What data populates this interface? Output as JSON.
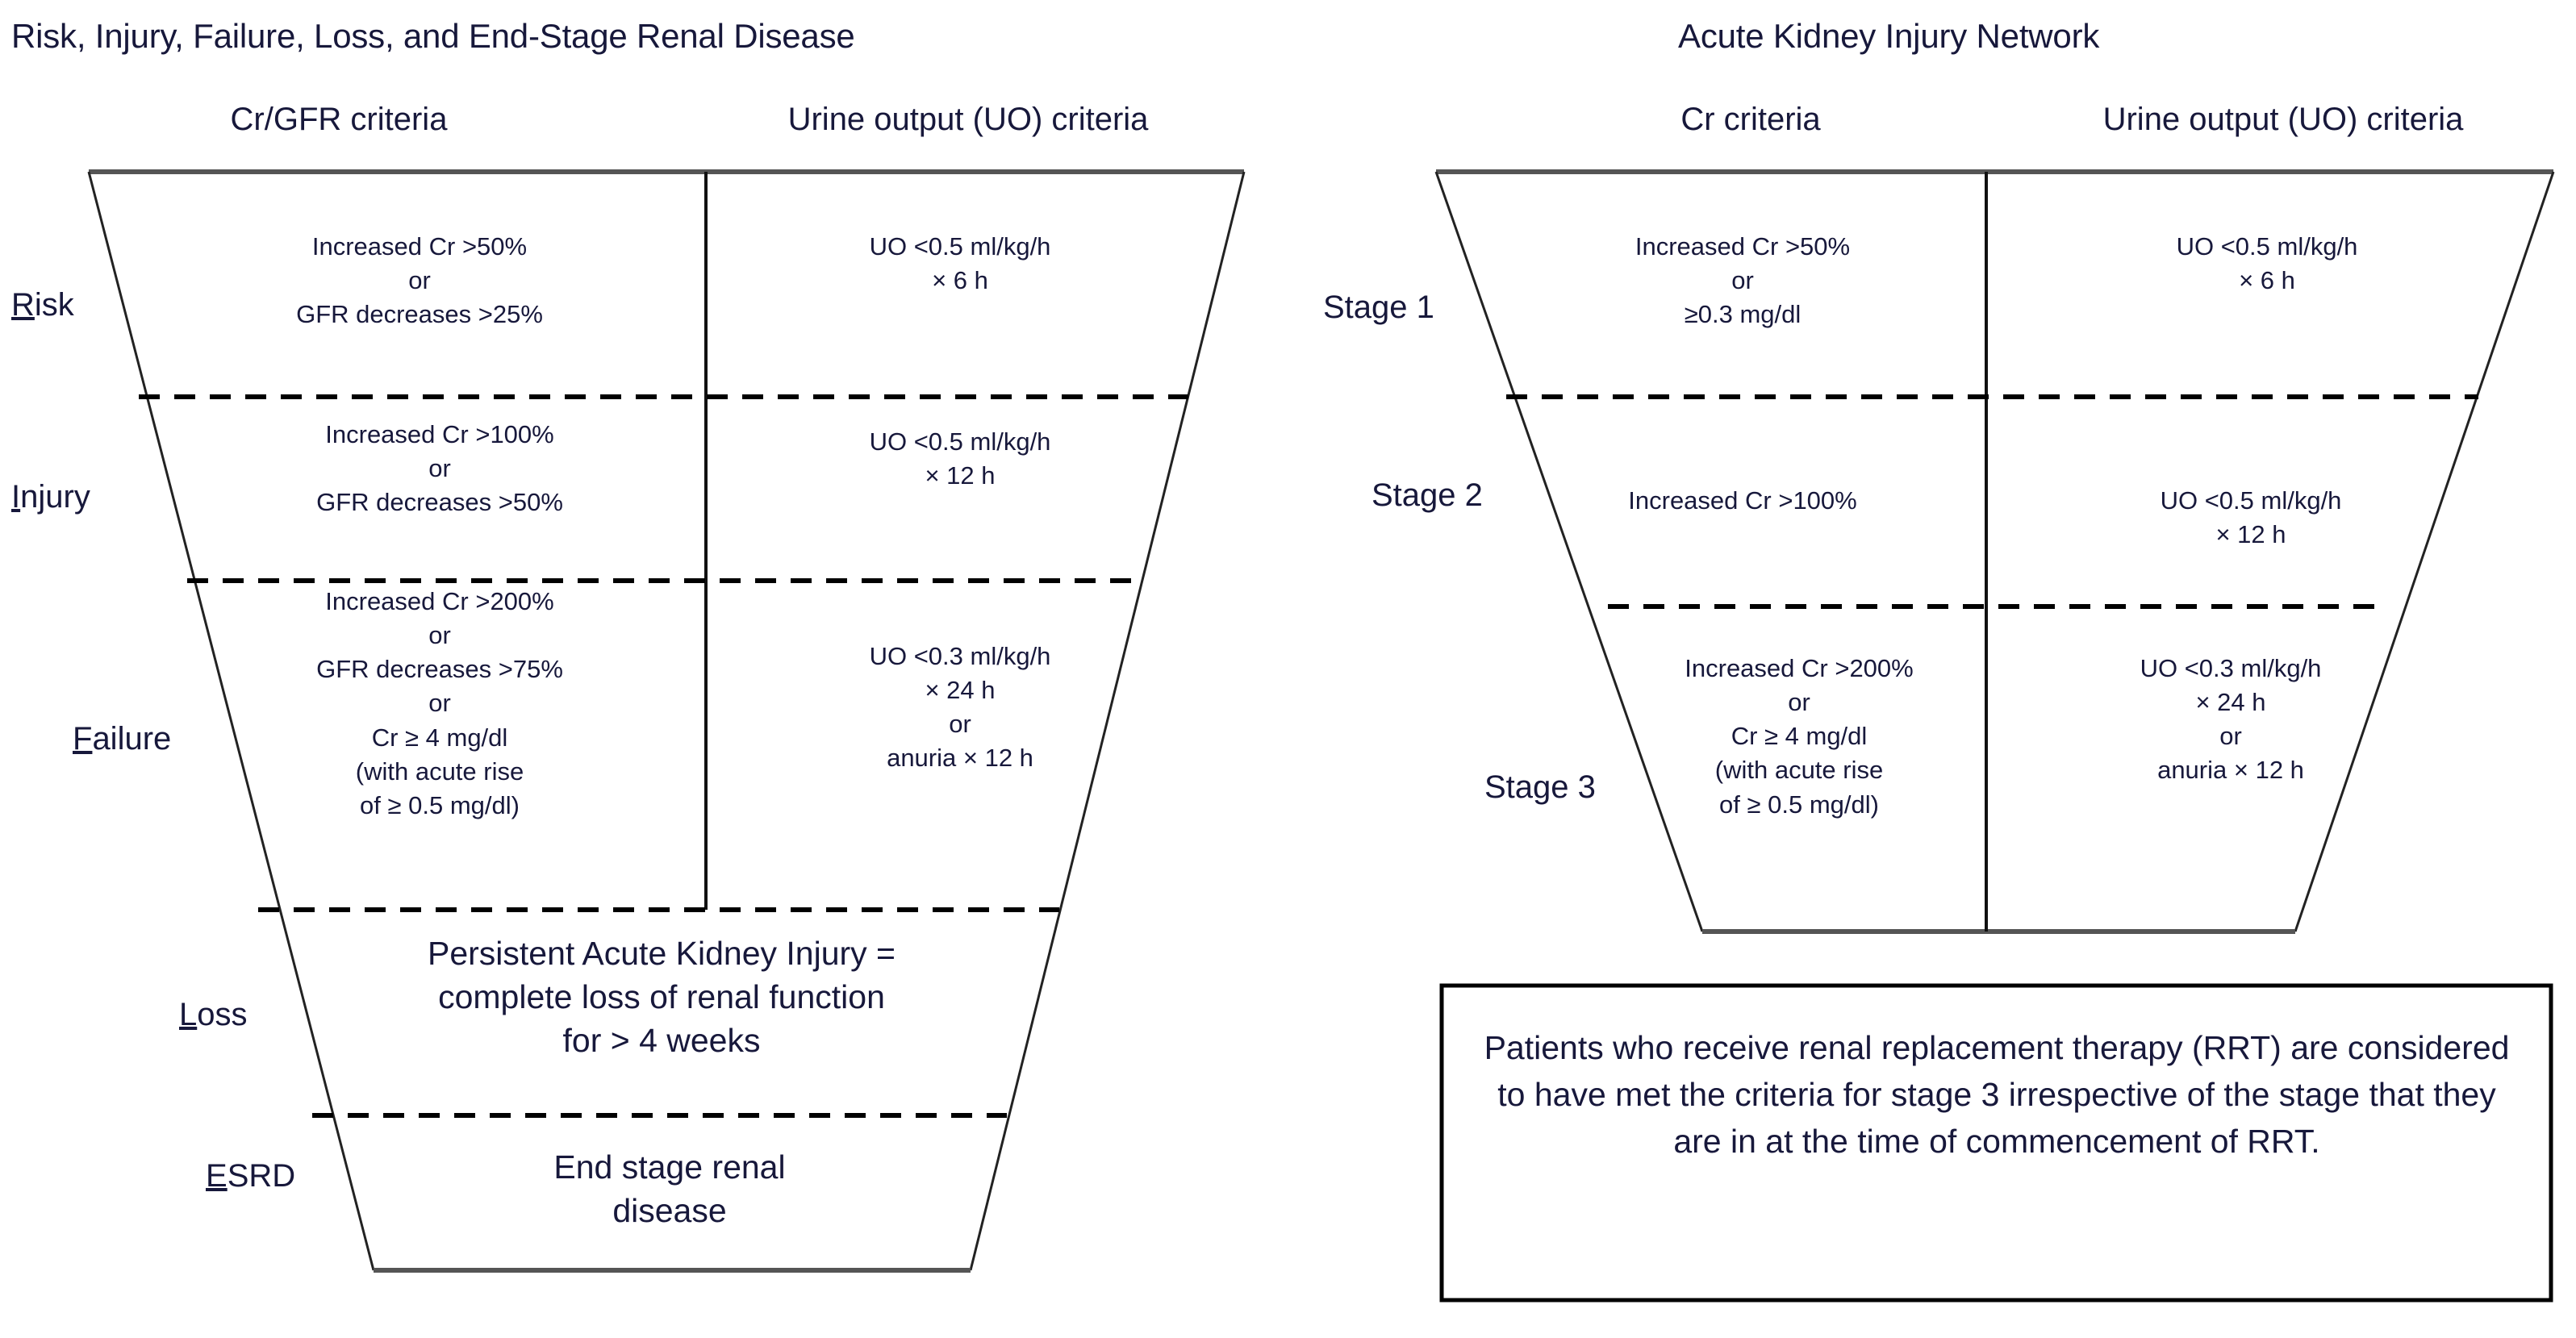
{
  "rifle": {
    "title": "Risk, Injury, Failure, Loss, and End-Stage Renal Disease",
    "columns": {
      "cr": "Cr/GFR criteria",
      "uo": "Urine output (UO) criteria"
    },
    "stages": [
      {
        "label_first": "R",
        "label_rest": "isk",
        "cr": "Increased Cr >50%\nor\nGFR decreases >25%",
        "uo": "UO <0.5 ml/kg/h\n× 6 h"
      },
      {
        "label_first": "I",
        "label_rest": "njury",
        "cr": "Increased Cr >100%\nor\nGFR decreases >50%",
        "uo": "UO  <0.5 ml/kg/h\n× 12 h"
      },
      {
        "label_first": "F",
        "label_rest": "ailure",
        "cr": "Increased Cr >200%\nor\nGFR decreases >75%\nor\nCr ≥ 4 mg/dl\n(with acute rise\nof ≥ 0.5 mg/dl)",
        "uo": "UO <0.3 ml/kg/h\n×  24 h\nor\nanuria × 12 h"
      },
      {
        "label_first": "L",
        "label_rest": "oss",
        "full": "Persistent Acute Kidney Injury =\ncomplete loss of renal function\nfor > 4 weeks"
      },
      {
        "label_first": "E",
        "label_rest": "SRD",
        "full": "End stage renal\ndisease"
      }
    ]
  },
  "akin": {
    "title": "Acute Kidney Injury Network",
    "columns": {
      "cr": "Cr criteria",
      "uo": "Urine output (UO) criteria"
    },
    "stages": [
      {
        "label": "Stage 1",
        "cr": "Increased Cr >50%\nor\n≥0.3 mg/dl",
        "uo": "UO <0.5 ml/kg/h\n× 6 h"
      },
      {
        "label": "Stage 2",
        "cr": "Increased Cr >100%",
        "uo": "UO <0.5 ml/kg/h\n× 12 h"
      },
      {
        "label": "Stage 3",
        "cr": "Increased Cr >200%\nor\nCr ≥ 4 mg/dl\n(with acute rise\nof ≥ 0.5 mg/dl)",
        "uo": "UO <0.3 ml/kg/h\n× 24 h\nor\nanuria × 12 h"
      }
    ],
    "note": "Patients who receive renal replacement therapy (RRT) are considered to have met the criteria for stage 3 irrespective of the stage that they are in at the time of commencement of RRT."
  },
  "colors": {
    "text": "#17183b",
    "line": "#222222",
    "dash": "#000000",
    "background": "#ffffff"
  }
}
